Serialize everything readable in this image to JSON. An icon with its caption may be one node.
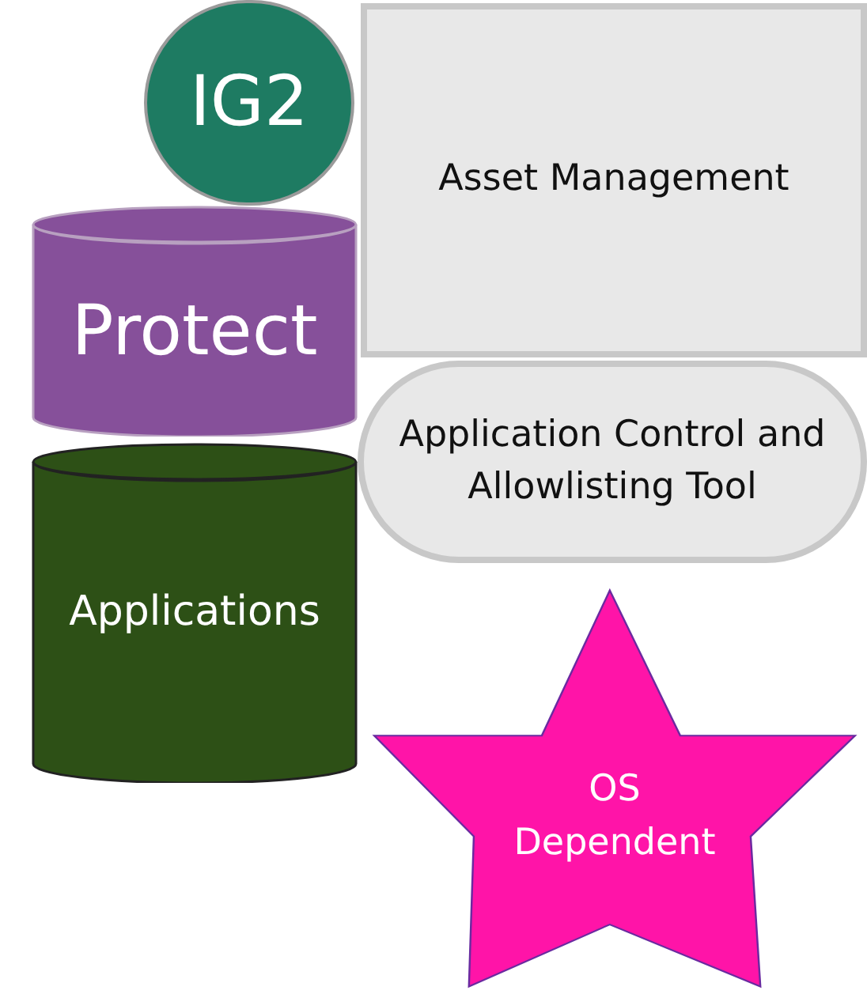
{
  "diagram": {
    "nodes": [
      {
        "text": [
          "IG2"
        ]
      },
      {
        "text": [
          "Asset Management"
        ]
      },
      {
        "text": [
          "Protect"
        ]
      },
      {
        "text": [
          "Application Control and Allowlisting Tool"
        ]
      },
      {
        "text": [
          "Applications"
        ]
      },
      {
        "text": [
          "OS Dependent"
        ]
      }
    ]
  }
}
